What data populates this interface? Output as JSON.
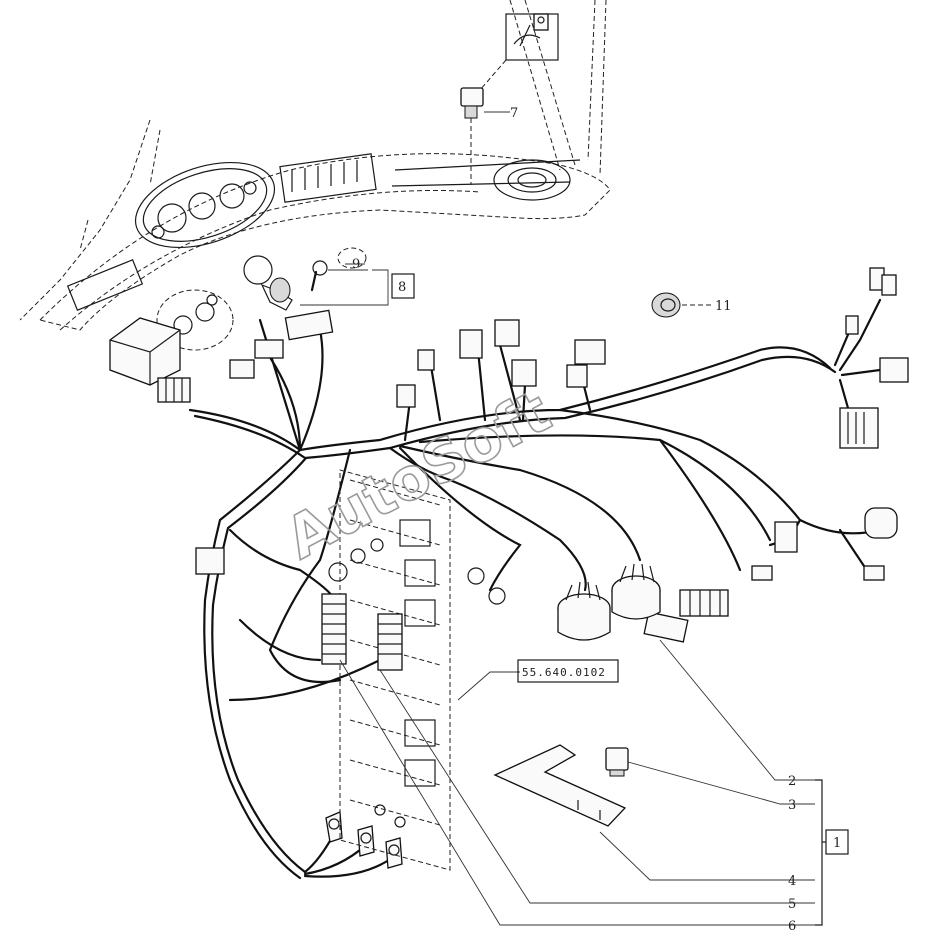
{
  "diagram": {
    "callouts": {
      "c1": "1",
      "c2": "2",
      "c3": "3",
      "c4": "4",
      "c5": "5",
      "c6": "6",
      "c7": "7",
      "c8": "8",
      "c9": "9",
      "c11": "11"
    },
    "reference_box": "55.640.0102",
    "watermark": "AutoSoft"
  }
}
